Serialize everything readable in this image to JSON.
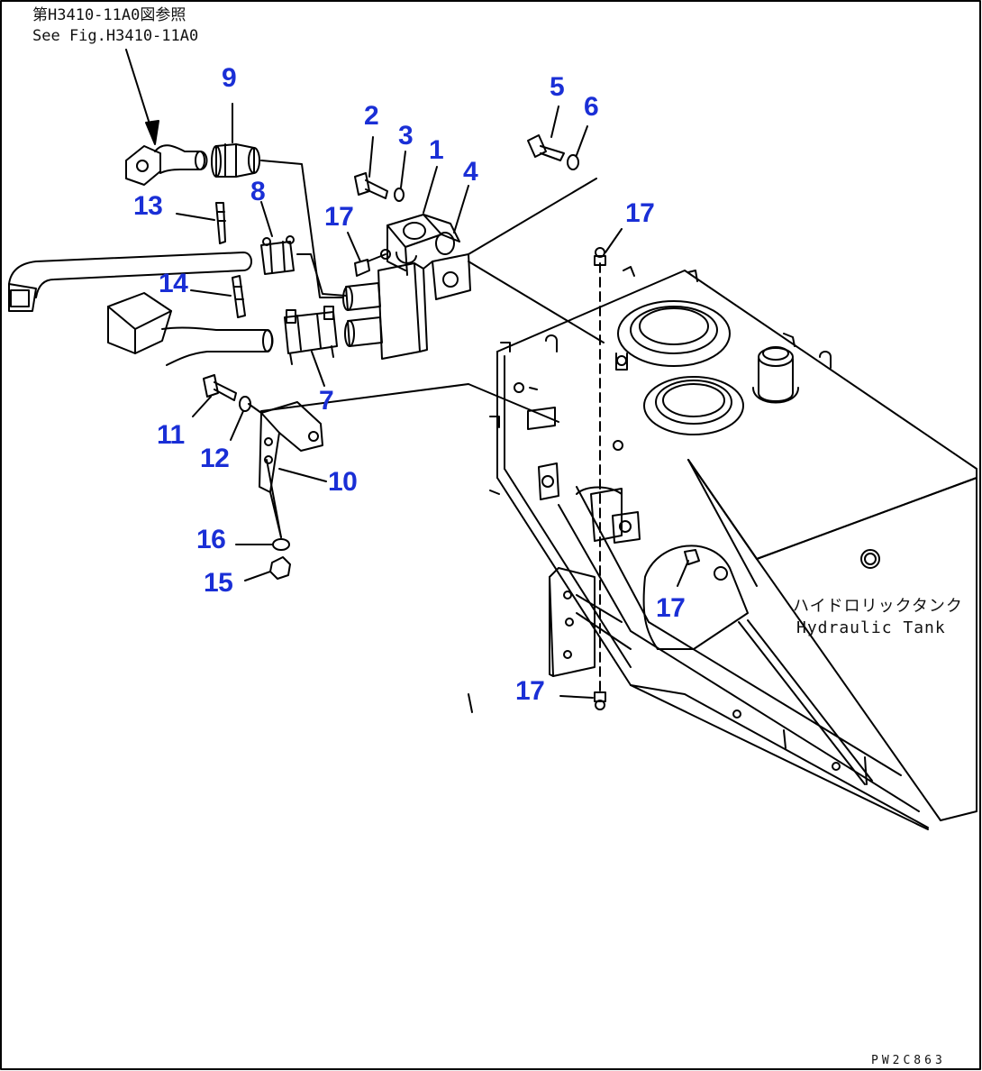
{
  "reference": {
    "jp": "第H3410-11A0図参照",
    "en": "See Fig.H3410-11A0"
  },
  "tank_label": {
    "jp": "ハイドロリックタンク",
    "en": "Hydraulic Tank"
  },
  "drawing_code": "PW2C863",
  "callouts": {
    "c1": "1",
    "c2": "2",
    "c3": "3",
    "c4": "4",
    "c5": "5",
    "c6": "6",
    "c7": "7",
    "c8": "8",
    "c9": "9",
    "c10": "10",
    "c11": "11",
    "c12": "12",
    "c13": "13",
    "c14": "14",
    "c15": "15",
    "c16": "16",
    "c17a": "17",
    "c17b": "17",
    "c17c": "17",
    "c17d": "17"
  },
  "colors": {
    "callout": "#1a2fd6",
    "line": "#000000",
    "background": "#ffffff"
  }
}
